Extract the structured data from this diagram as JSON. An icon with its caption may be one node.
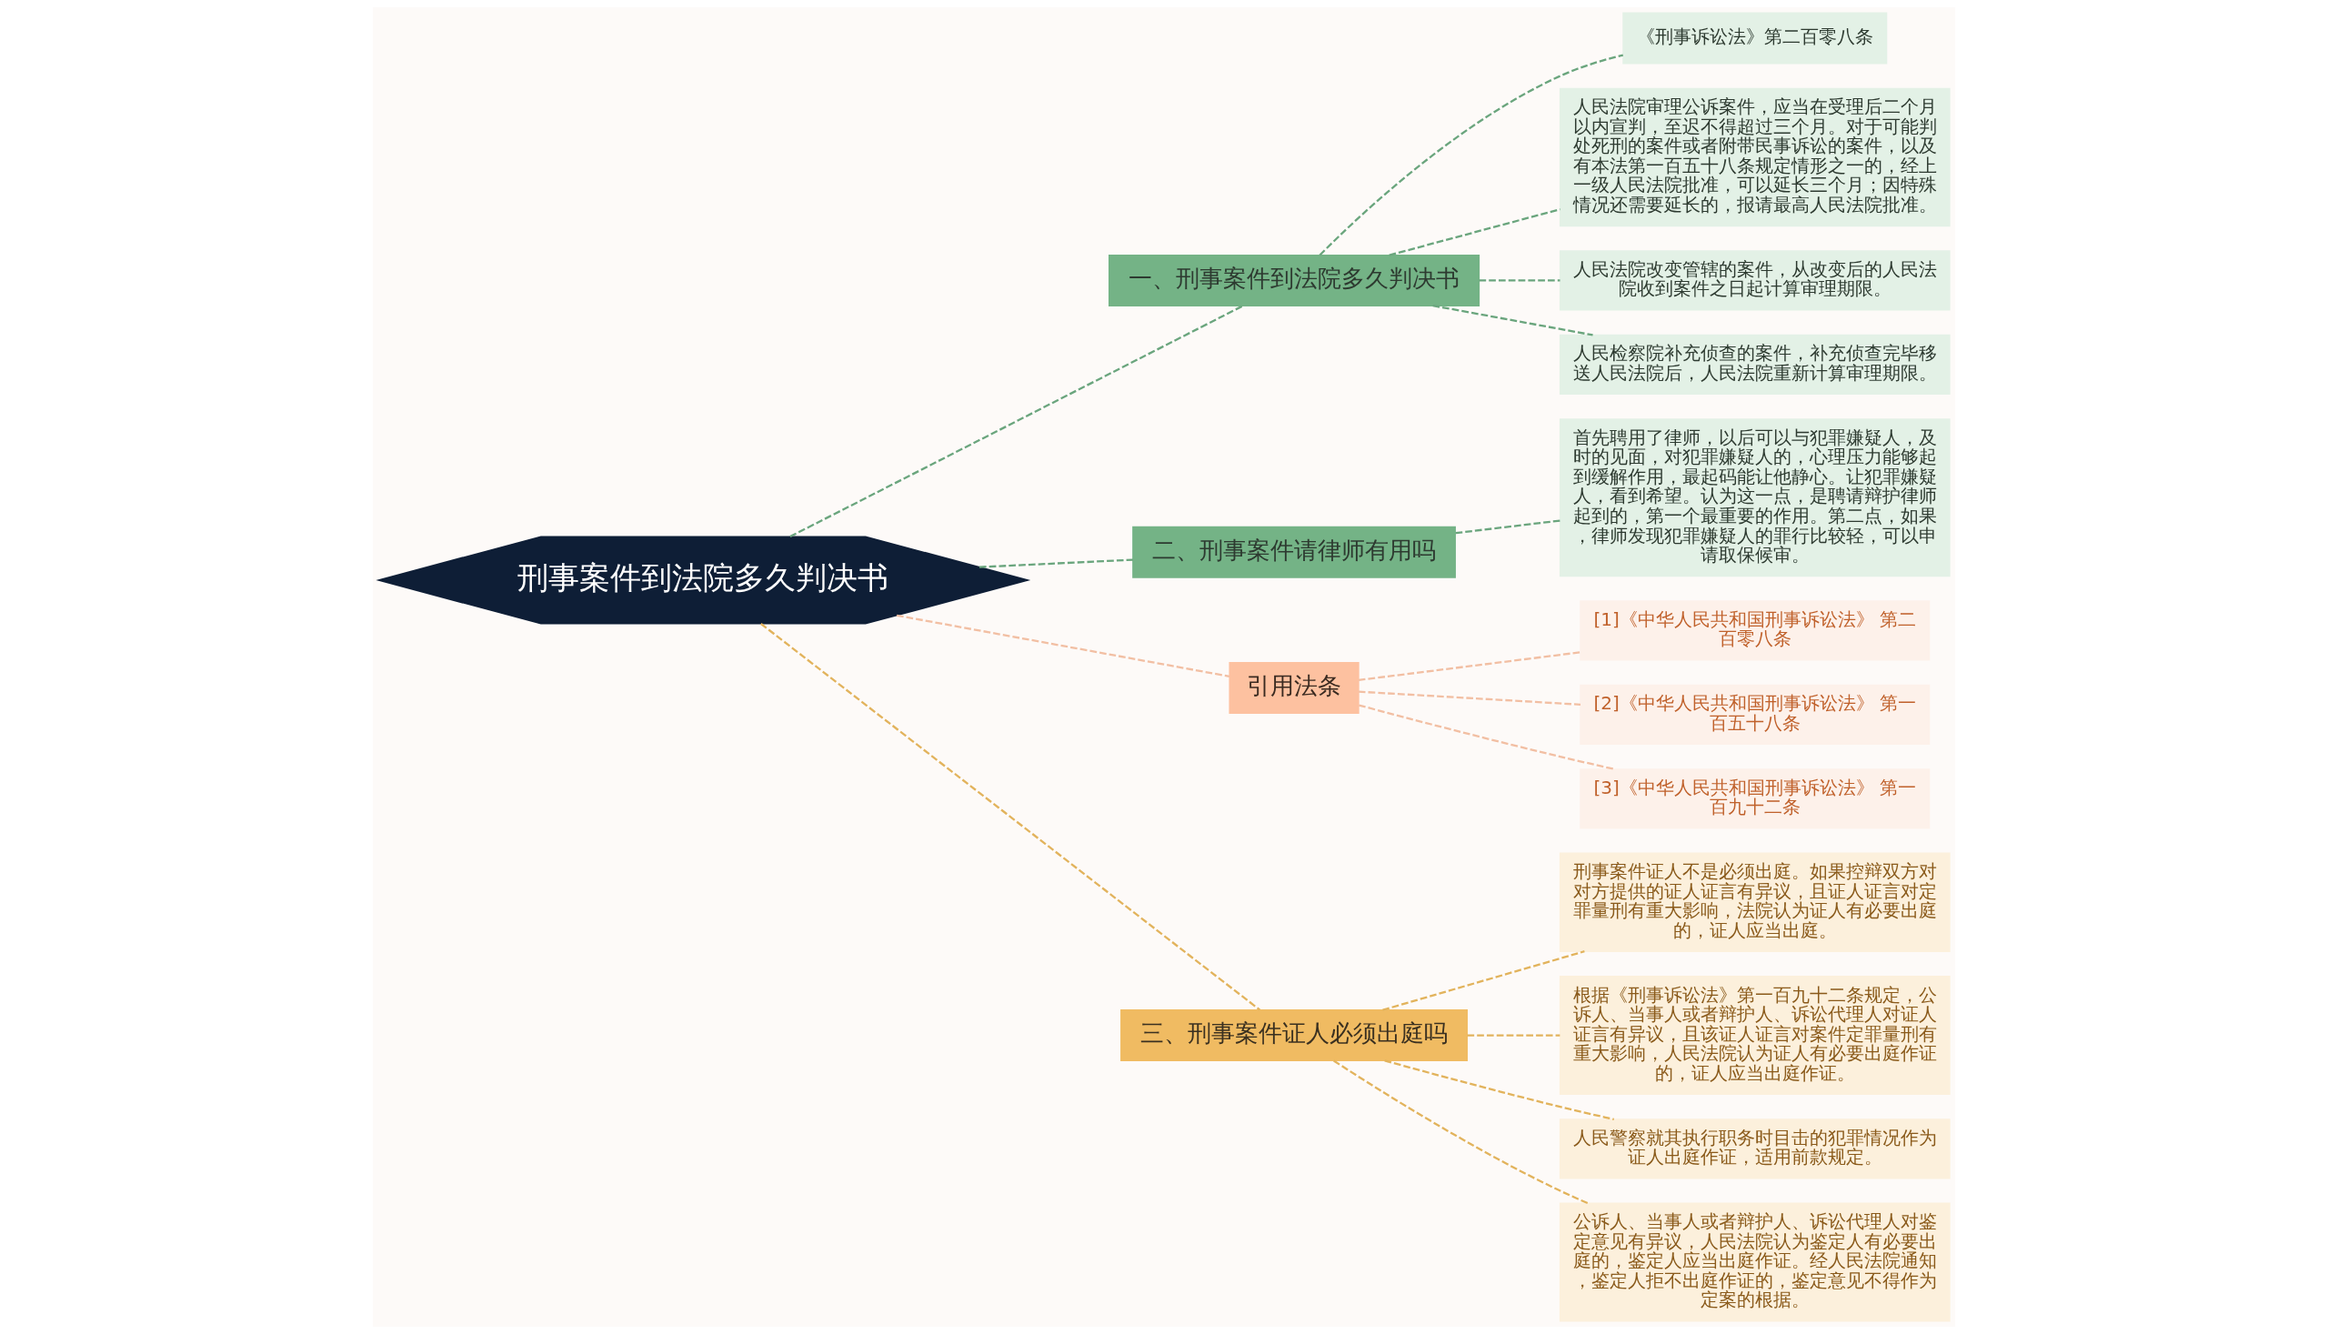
{
  "diagram": {
    "nodes": [
      {
        "text": [
          "刑事案件到法院多久判决书"
        ]
      },
      {
        "text": [
          "一、刑事案件到法院多久判决书"
        ]
      },
      {
        "text": [
          "《刑事诉讼法》第二百零八条"
        ]
      },
      {
        "text": [
          "人民法院审理公诉案件，应当在受理后二个月以内宣判，至迟不得超过三个月。对于可能判处死刑的案件或者附带民事诉讼的案件，以及有本法第一百五十八条规定情形之一的，经上一级人民法院批准，可以延长三个月；因特殊情况还需要延长的，报请最高人民法院批准。"
        ]
      },
      {
        "text": [
          "人民法院改变管辖的案件，从改变后的人民法院收到案件之日起计算审理期限。"
        ]
      },
      {
        "text": [
          "人民检察院补充侦查的案件，补充侦查完毕移送人民法院后，人民法院重新计算审理期限。"
        ]
      },
      {
        "text": [
          "二、刑事案件请律师有用吗"
        ]
      },
      {
        "text": [
          "首先聘用了律师，以后可以与犯罪嫌疑人，及时的见面，对犯罪嫌疑人的，心理压力能够起到缓解作用，最起码能让他静心。让犯罪嫌疑人，看到希望。认为这一点，是聘请辩护律师起到的，第一个最重要的作用。第二点，如果，律师发现犯罪嫌疑人的罪行比较轻，可以申请取保候审。"
        ]
      },
      {
        "text": [
          "引用法条"
        ]
      },
      {
        "text": [
          "[1]《中华人民共和国刑事诉讼法》 第二百零八条"
        ]
      },
      {
        "text": [
          "[2]《中华人民共和国刑事诉讼法》 第一百五十八条"
        ]
      },
      {
        "text": [
          "[3]《中华人民共和国刑事诉讼法》 第一百九十二条"
        ]
      },
      {
        "text": [
          "三、刑事案件证人必须出庭吗"
        ]
      },
      {
        "text": [
          "刑事案件证人不是必须出庭。如果控辩双方对对方提供的证人证言有异议，且证人证言对定罪量刑有重大影响，法院认为证人有必要出庭的，证人应当出庭。"
        ]
      },
      {
        "text": [
          "根据《刑事诉讼法》第一百九十二条规定，公诉人、当事人或者辩护人、诉讼代理人对证人证言有异议，且该证人证言对案件定罪量刑有重大影响，人民法院认为证人有必要出庭作证的，证人应当出庭作证。"
        ]
      },
      {
        "text": [
          "人民警察就其执行职务时目击的犯罪情况作为证人出庭作证，适用前款规定。"
        ]
      },
      {
        "text": [
          "公诉人、当事人或者辩护人、诉讼代理人对鉴定意见有异议，人民法院认为鉴定人有必要出庭的，鉴定人应当出庭作证。经人民法院通知，鉴定人拒不出庭作证的，鉴定意见不得作为定案的根据。"
        ]
      }
    ],
    "edges": [
      {
        "from": 0,
        "to": 1,
        "arrow": "none",
        "style": "dashed"
      },
      {
        "from": 1,
        "to": 2,
        "arrow": "none",
        "style": "dashed"
      },
      {
        "from": 1,
        "to": 3,
        "arrow": "none",
        "style": "dashed"
      },
      {
        "from": 1,
        "to": 4,
        "arrow": "none",
        "style": "dashed"
      },
      {
        "from": 1,
        "to": 5,
        "arrow": "none",
        "style": "dashed"
      },
      {
        "from": 0,
        "to": 6,
        "arrow": "none",
        "style": "dashed"
      },
      {
        "from": 6,
        "to": 7,
        "arrow": "none",
        "style": "dashed"
      },
      {
        "from": 0,
        "to": 8,
        "arrow": "none",
        "style": "dashed",
        "color": "#f2bfa3"
      },
      {
        "from": 8,
        "to": 9,
        "arrow": "none",
        "style": "dashed",
        "color": "#f2bfa3"
      },
      {
        "from": 8,
        "to": 10,
        "arrow": "none",
        "style": "dashed",
        "color": "#f2bfa3"
      },
      {
        "from": 8,
        "to": 11,
        "arrow": "none",
        "style": "dashed",
        "color": "#f2bfa3"
      },
      {
        "from": 0,
        "to": 12,
        "arrow": "none",
        "style": "dashed",
        "color": "#e2b35c"
      },
      {
        "from": 12,
        "to": 13,
        "arrow": "none",
        "style": "dashed",
        "color": "#e2b35c"
      },
      {
        "from": 12,
        "to": 14,
        "arrow": "none",
        "style": "dashed",
        "color": "#e2b35c"
      },
      {
        "from": 12,
        "to": 15,
        "arrow": "none",
        "style": "dashed",
        "color": "#e2b35c"
      },
      {
        "from": 12,
        "to": 16,
        "arrow": "none",
        "style": "dashed",
        "color": "#e2b35c"
      }
    ]
  }
}
